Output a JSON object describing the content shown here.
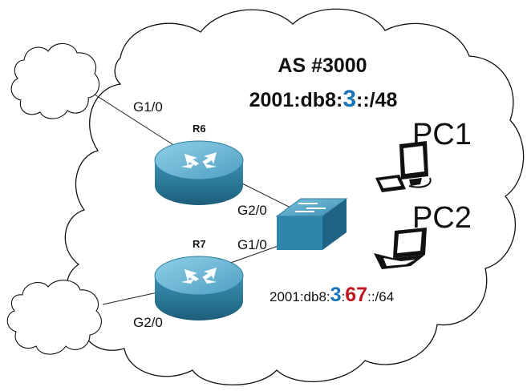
{
  "as_label": "AS #3000",
  "prefix": {
    "part1": "2001:db8:",
    "highlight": "3",
    "part2": "::/48",
    "highlight_color": "#1a73b5"
  },
  "routers": {
    "r6": {
      "name": "R6",
      "iface_wan": "G1/0",
      "iface_lan": "G2/0"
    },
    "r7": {
      "name": "R7",
      "iface_lan": "G1/0",
      "iface_wan": "G2/0"
    }
  },
  "pcs": {
    "pc1": "PC1",
    "pc2": "PC2"
  },
  "subnet": {
    "part1": "2001:db8:",
    "site": "3",
    "colon": ":",
    "subnet_id": "67",
    "part2": "::/64",
    "site_color": "#1a73b5",
    "subnet_color": "#c0181f"
  },
  "colors": {
    "router_top": "#6fb7d4",
    "router_side": "#2b7e9f",
    "switch": "#3f92b6"
  }
}
